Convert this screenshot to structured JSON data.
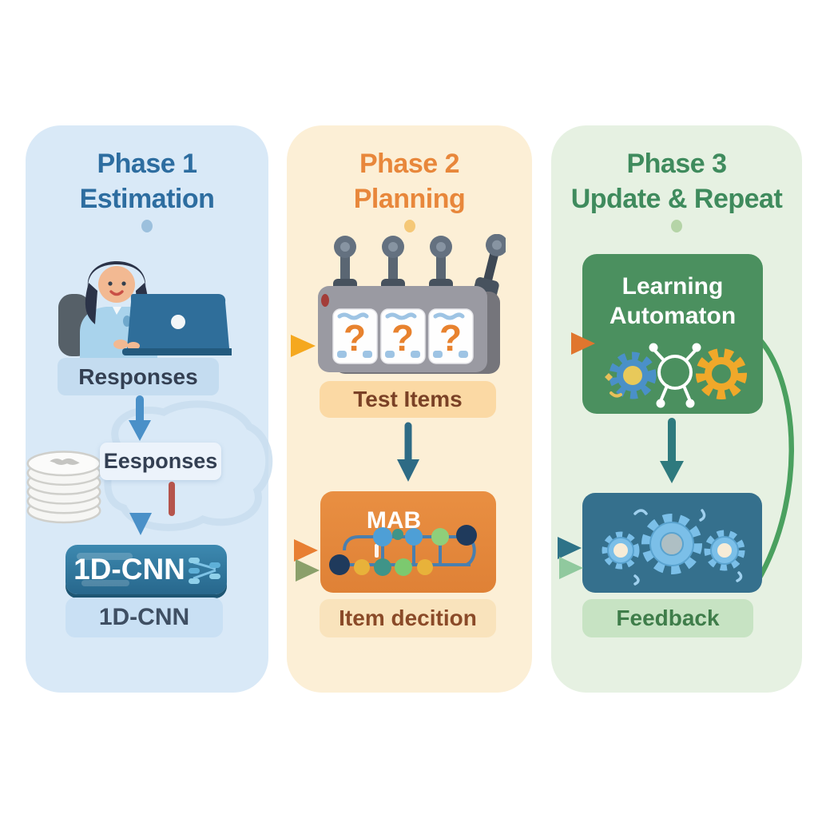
{
  "figure": {
    "type": "flow-diagram",
    "background": "#ffffff"
  },
  "phases": [
    {
      "title_line1": "Phase 1",
      "title_line2": "Estimation",
      "accent": "#2d6da0",
      "panel_bg": "#d9e9f7",
      "nodes": {
        "responses_label": "Responses",
        "eesponses_label": "Eesponses",
        "cnn_dark_label": "1D-CNN",
        "cnn_light_label": "1D-CNN"
      }
    },
    {
      "title_line1": "Phase 2",
      "title_line2": "Planning",
      "accent": "#e8873b",
      "panel_bg": "#fcefd6",
      "nodes": {
        "slot_question": "?",
        "test_items_label": "Test Items",
        "mab_label": "MAB",
        "item_decition_label": "Item decition"
      }
    },
    {
      "title_line1": "Phase 3",
      "title_line2": "Update & Repeat",
      "accent": "#3f8b5d",
      "panel_bg": "#e6f1e2",
      "nodes": {
        "learning_line1": "Learning",
        "learning_line2": "Automaton",
        "feedback_label": "Feedback"
      }
    }
  ],
  "icons": {
    "person_at_laptop": "woman-typing-on-laptop",
    "database_stack": "stacked-white-discs",
    "brain_outline": "faint-brain-cloud-outline",
    "slot_machine": "slot-machine-with-question-cards",
    "mab_network": "colored-node-circuit-graph",
    "learning_automaton_icons": "blue-gear, white-molecule, yellow-gear",
    "feedback_icons": "three-light-blue-gears",
    "loop_curve": "green-arc-loop"
  },
  "colors": {
    "cnn_box": "#2f7ba3",
    "mab_box": "#e2873a",
    "learning_box": "#4b905f",
    "feedback_box": "#35708d",
    "arrow_orange": "#e0762e",
    "arrow_yellow": "#f5a81f",
    "arrow_teal": "#2e7388",
    "arrow_green": "#90c99e",
    "loop_green": "#4aa05f"
  }
}
